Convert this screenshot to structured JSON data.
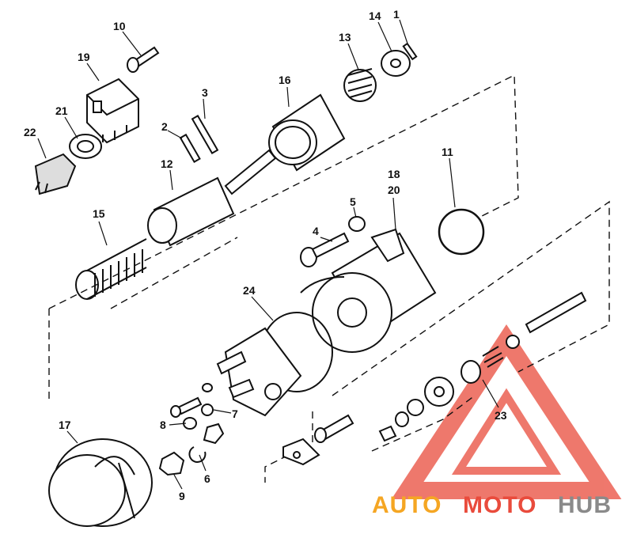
{
  "callouts": {
    "c1": "1",
    "c2": "2",
    "c3": "3",
    "c4": "4",
    "c5": "5",
    "c6": "6",
    "c7": "7",
    "c8": "8",
    "c9": "9",
    "c10": "10",
    "c11": "11",
    "c12": "12",
    "c13": "13",
    "c14": "14",
    "c15": "15",
    "c16": "16",
    "c17": "17",
    "c18": "18",
    "c19": "19",
    "c20": "20",
    "c21": "21",
    "c22": "22",
    "c23": "23",
    "c24": "24"
  },
  "watermark": {
    "part1": "AUTO",
    "part2": "MOTO",
    "part3": "HUB",
    "color_orange": "#F5A623",
    "color_red": "#E94B3C",
    "color_gray": "#8A8A8A"
  },
  "colors": {
    "ink": "#111111",
    "paper": "#ffffff"
  }
}
